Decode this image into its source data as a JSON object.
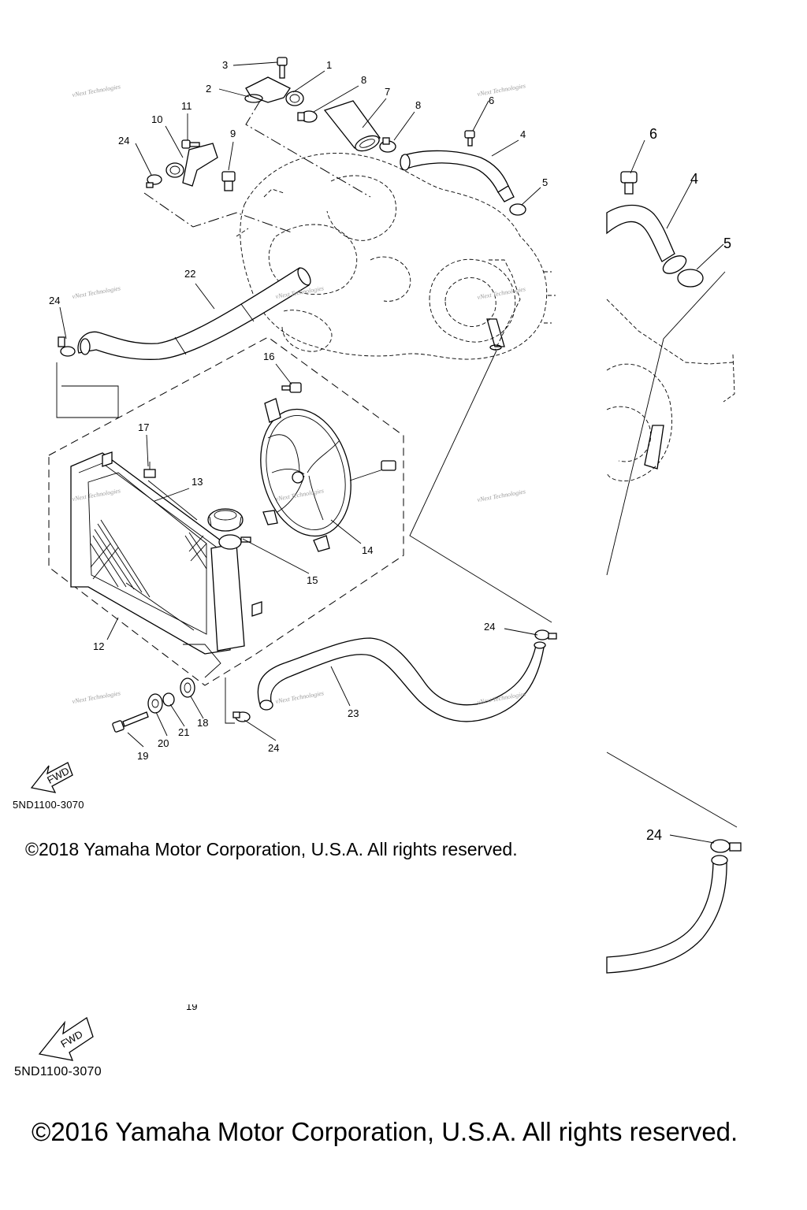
{
  "callouts": [
    "1",
    "2",
    "3",
    "4",
    "5",
    "6",
    "7",
    "8",
    "9",
    "10",
    "11",
    "12",
    "13",
    "14",
    "15",
    "16",
    "17",
    "18",
    "19",
    "20",
    "21",
    "22",
    "23",
    "24"
  ],
  "inset": {
    "callouts": [
      "6",
      "4",
      "5",
      "24"
    ]
  },
  "watermark": "vNext Technologies",
  "fwd_label": "FWD",
  "diagram_code_top": "5ND1100-3070",
  "diagram_code_bottom": "5ND1100-3070",
  "copyright_top": "©2018 Yamaha Motor Corporation, U.S.A. All rights reserved.",
  "copyright_bottom": "©2016 Yamaha Motor Corporation, U.S.A. All rights reserved.",
  "cut_off_label": "19"
}
